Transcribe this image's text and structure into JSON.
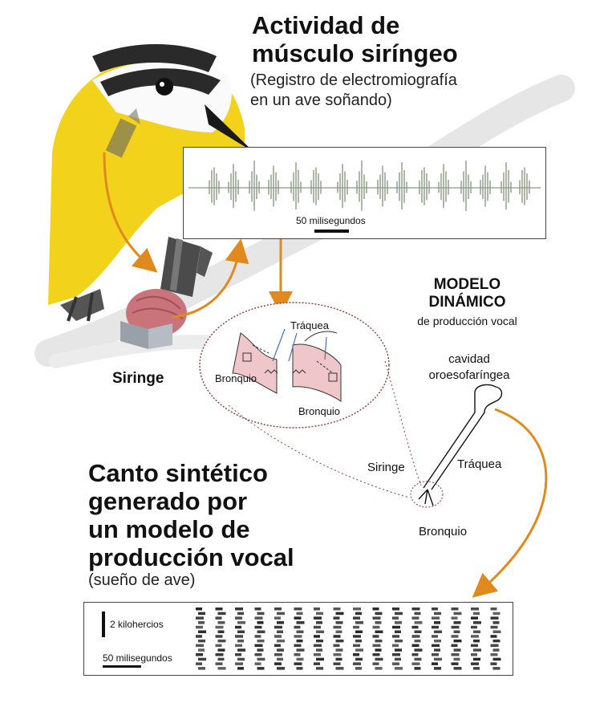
{
  "emg": {
    "title": "Actividad de\nmúsculo siríngeo",
    "subtitle": "(Registro de electromiografía\nen un ave soñando)",
    "scale_label": "50 milisegundos"
  },
  "syrinx_label": "Siringe",
  "inset": {
    "trachea": "Tráquea",
    "bronchus_left": "Bronquio",
    "bronchus_right": "Bronquio"
  },
  "model": {
    "title": "MODELO\nDINÁMICO",
    "subtitle": "de producción vocal",
    "cavity": "cavidad\noroesofaríngea",
    "trachea": "Tráquea",
    "syrinx": "Siringe",
    "bronchus": "Bronquio"
  },
  "song": {
    "title": "Canto sintético\ngenerado por\nun modelo de\nproducción vocal",
    "subtitle": "(sueño de ave)",
    "freq_scale": "2  kilohercios",
    "time_scale": "50 milisegundos"
  },
  "colors": {
    "arrow": "#e08a1e",
    "trace": "#8a9a82",
    "muscle": "#c9737a"
  }
}
